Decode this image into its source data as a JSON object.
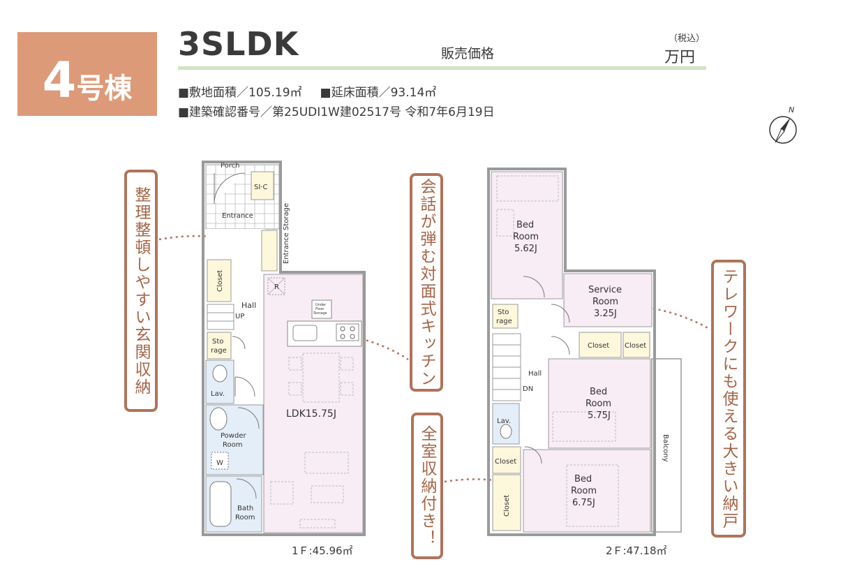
{
  "header": {
    "building_number": "4",
    "building_suffix": "号棟",
    "layout": "3SLDK",
    "price_label": "販売価格",
    "tax_note": "（税込）",
    "price_unit": "万円",
    "land_area": "■敷地面積／105.19㎡",
    "floor_area": "■延床面積／93.14㎡",
    "permit": "■建築確認番号／第25UDI1W建02517号 令和7年6月19日"
  },
  "compass": {
    "label": "N"
  },
  "callouts": {
    "storage": "整理整頓しやすい玄関収納",
    "kitchen": "会話が弾む対面式キッチン",
    "closets": "全室収納付き！",
    "service": "テレワークにも使える大きい納戸"
  },
  "floor1": {
    "area": "1Ｆ:45.96㎡",
    "labels": {
      "porch": "Porch",
      "sic": "SI·C",
      "entrance": "Entrance",
      "entrance_storage": "Entrance Storage",
      "closet": "Closet",
      "hall": "Hall",
      "up": "UP",
      "storage_1": "Sto",
      "storage_2": "rage",
      "lav": "Lav.",
      "powder_1": "Powder",
      "powder_2": "Room",
      "w": "W",
      "bath_1": "Bath",
      "bath_2": "Room",
      "r": "R",
      "underfloor_1": "Under",
      "underfloor_2": "Floor",
      "underfloor_3": "Storage",
      "ldk": "LDK15.75J"
    }
  },
  "floor2": {
    "area": "2Ｆ:47.18㎡",
    "labels": {
      "bed1_1": "Bed",
      "bed1_2": "Room",
      "bed1_3": "5.62J",
      "service_1": "Service",
      "service_2": "Room",
      "service_3": "3.25J",
      "storage_1": "Sto",
      "storage_2": "rage",
      "closet_a": "Closet",
      "closet_b": "Closet",
      "hall": "Hall",
      "dn": "DN",
      "bed2_1": "Bed",
      "bed2_2": "Room",
      "bed2_3": "5.75J",
      "lav": "Lav.",
      "closet_c": "Closet",
      "closet_d": "Closet",
      "bed3_1": "Bed",
      "bed3_2": "Room",
      "bed3_3": "6.75J",
      "balcony": "Balcony"
    }
  },
  "colors": {
    "badge": "#dc9a78",
    "accent_line": "#cfe4c3",
    "callout_border": "#b0735a",
    "callout_text": "#a56547",
    "room_pink": "#f8ecf5",
    "wet_blue": "#e4eef8",
    "storage_yellow": "#fdf7dc",
    "wall": "#9a9a9a"
  }
}
